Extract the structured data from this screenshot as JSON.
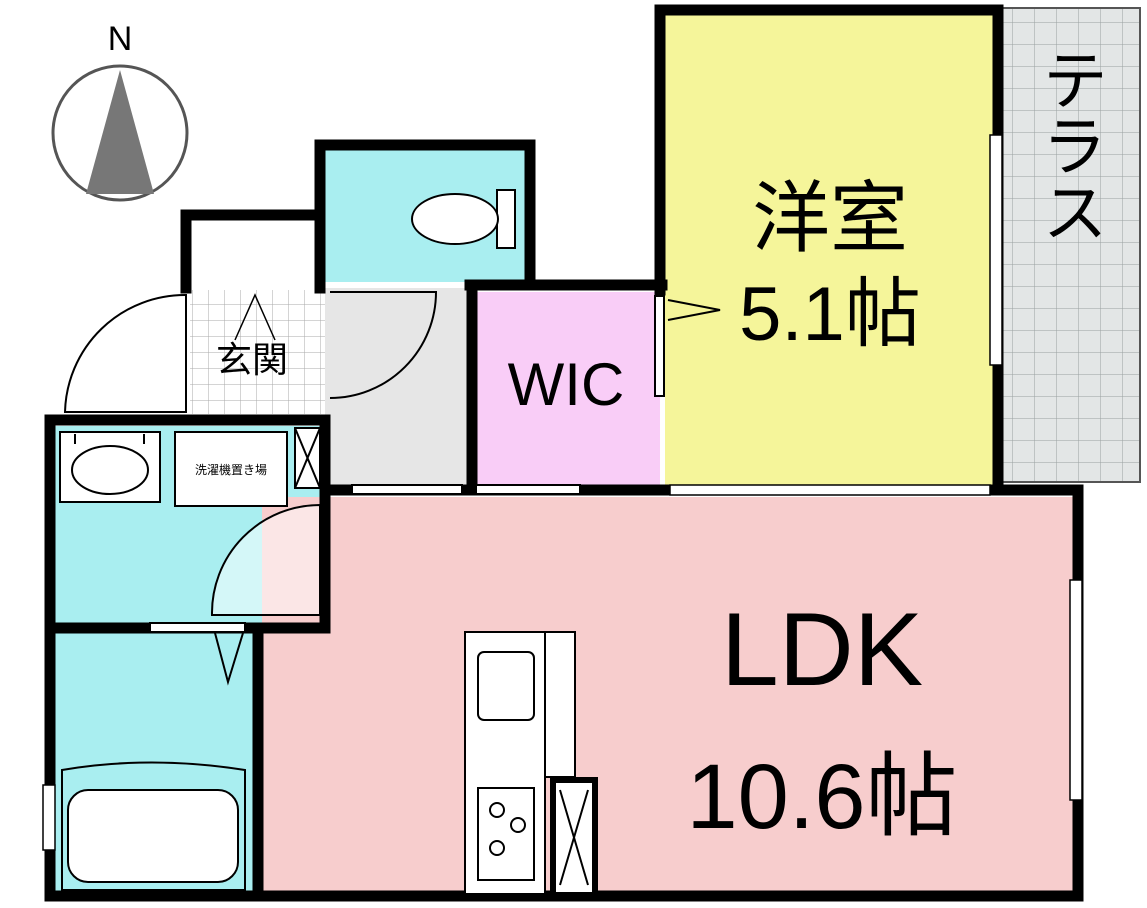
{
  "compass": {
    "north_label": "N"
  },
  "rooms": {
    "western_room": {
      "name": "洋室",
      "size": "5.1帖",
      "color": "#f5f59a"
    },
    "terrace": {
      "name": "テラス",
      "color": "#e3e6e6"
    },
    "wic": {
      "name": "WIC",
      "color": "#f9cdf7"
    },
    "entrance": {
      "name": "玄関"
    },
    "ldk": {
      "name": "LDK",
      "size": "10.6帖",
      "color": "#f7cdcd"
    },
    "laundry": {
      "name": "洗濯機置き場"
    },
    "toilet": {
      "color": "#a9eef0"
    },
    "washroom": {
      "color": "#a9eef0"
    },
    "bathroom": {
      "color": "#a9eef0"
    },
    "hall": {
      "color": "#e6e6e6"
    }
  },
  "colors": {
    "wall": "#000000",
    "fixture": "#ffffff"
  }
}
